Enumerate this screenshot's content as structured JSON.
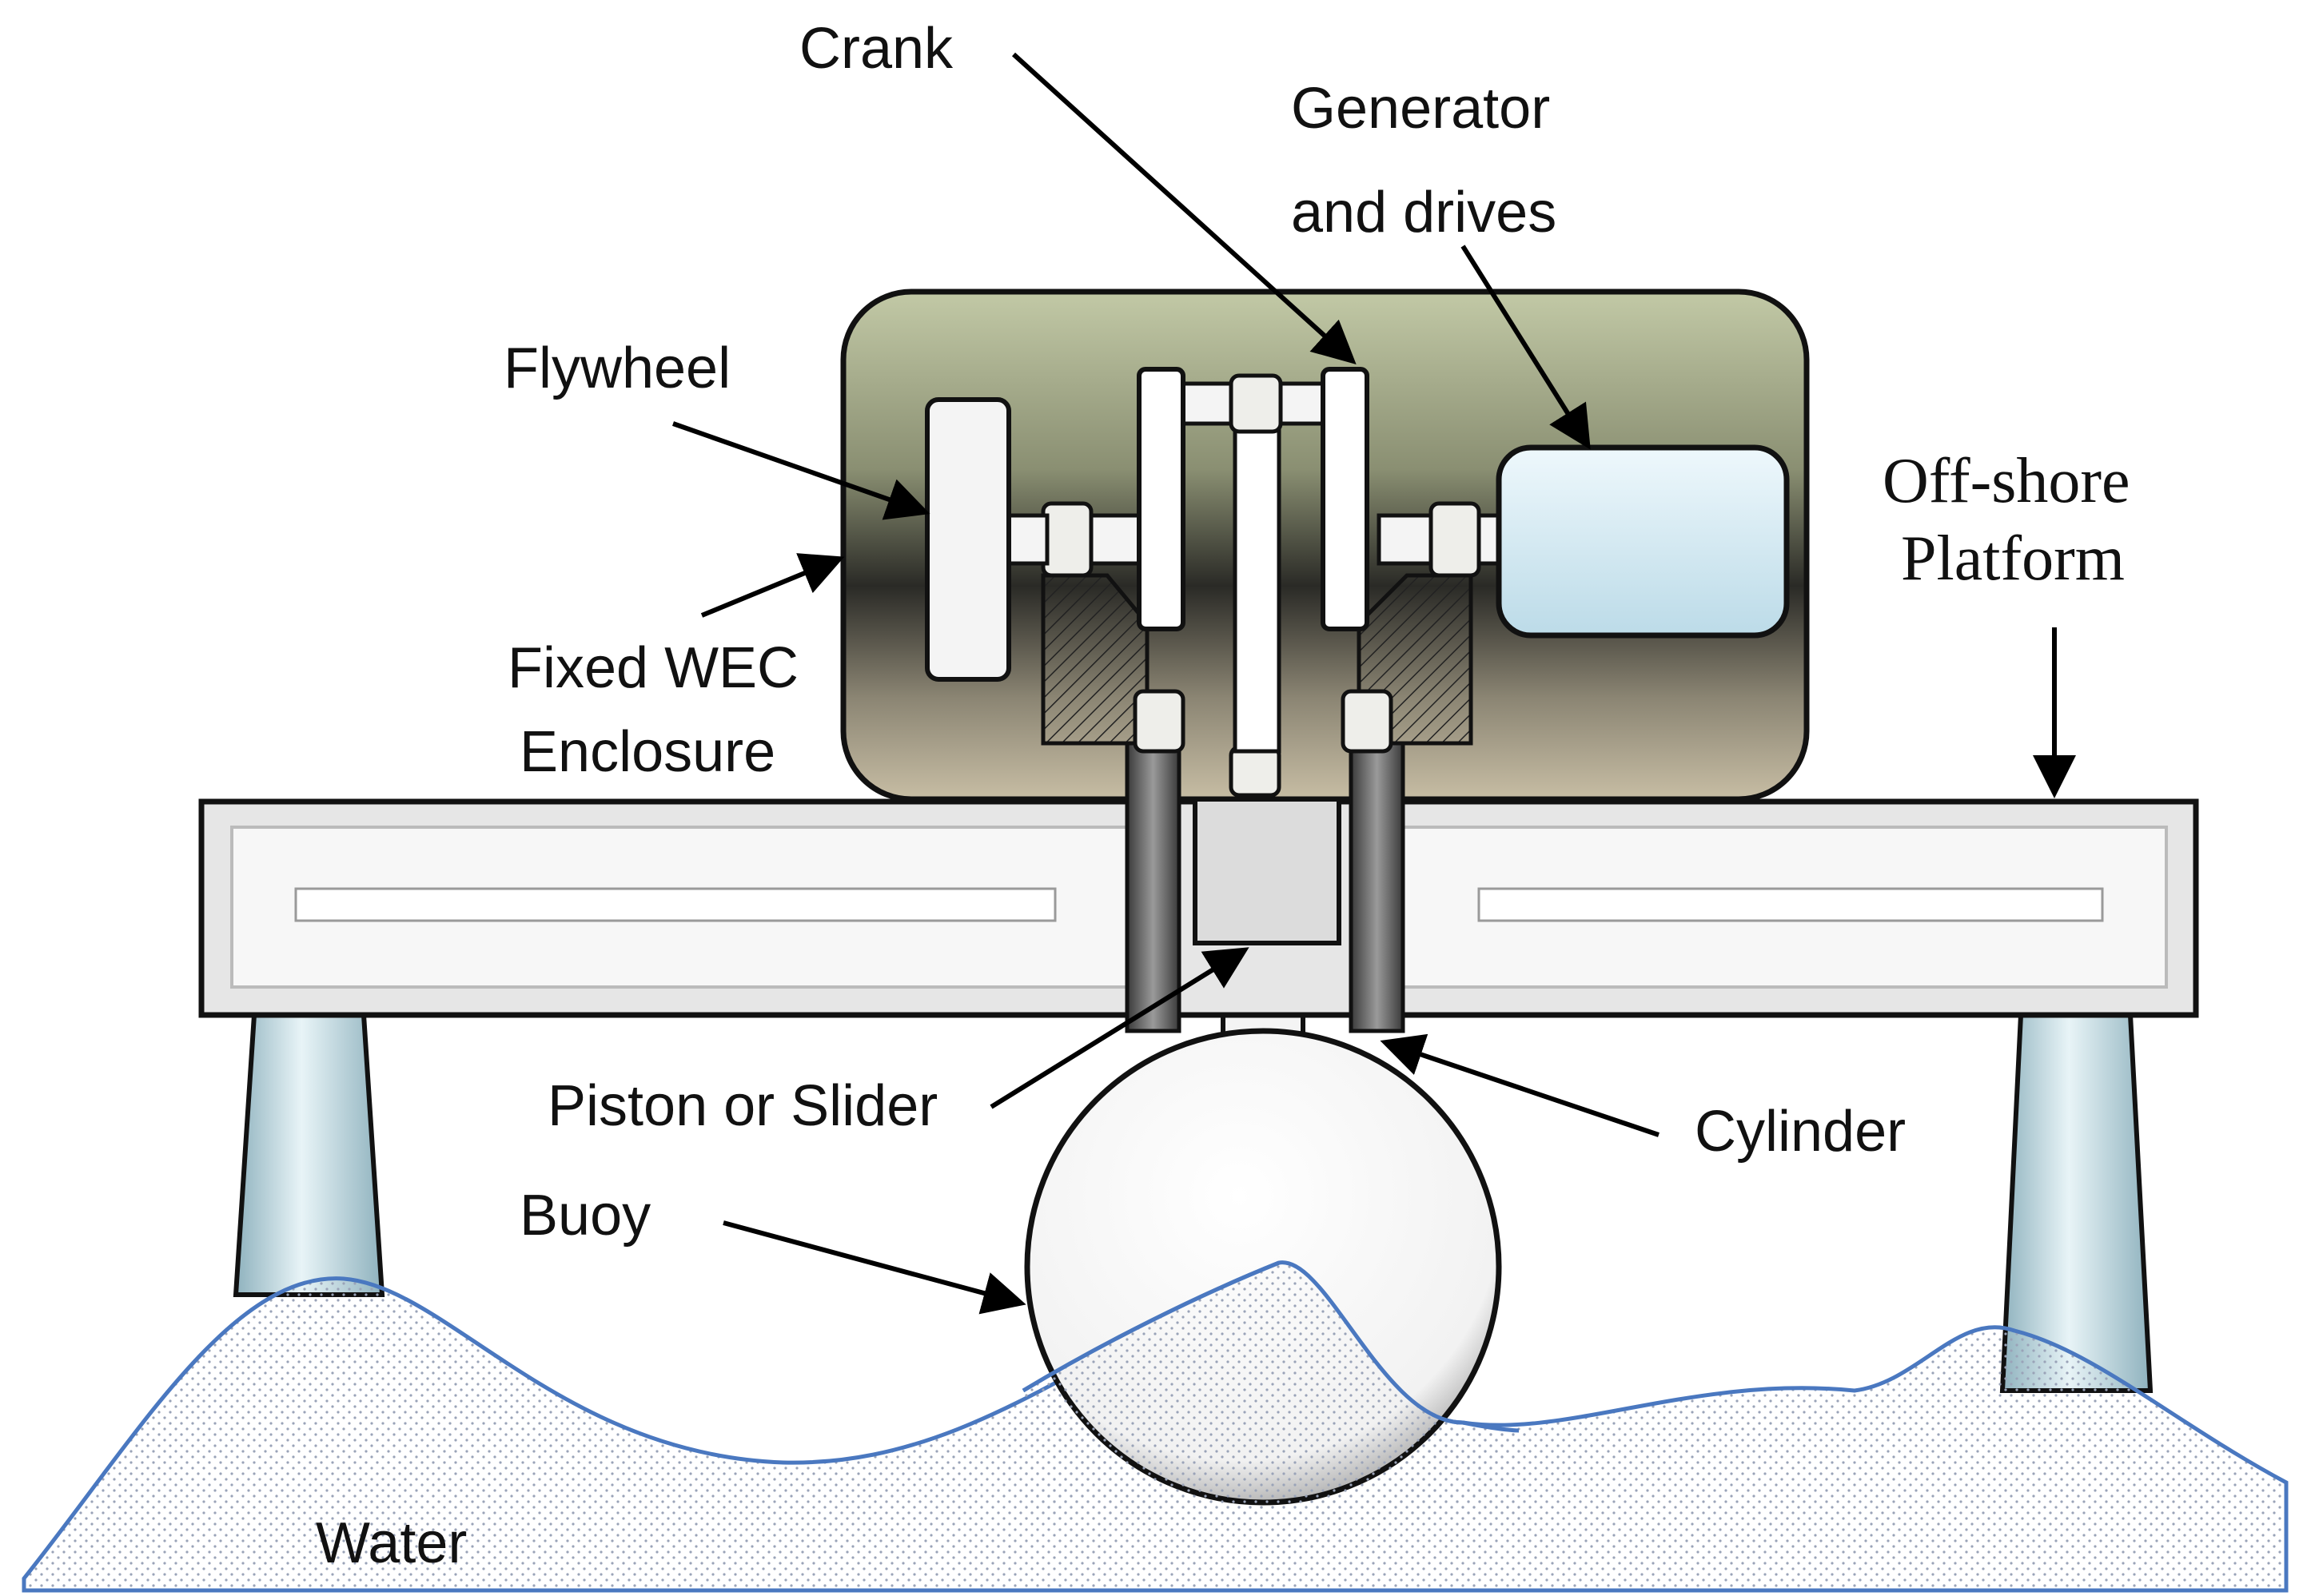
{
  "labels": {
    "crank": "Crank",
    "generator_line1": "Generator",
    "generator_line2": "and drives",
    "flywheel": "Flywheel",
    "enclosure_line1": "Fixed WEC",
    "enclosure_line2": "Enclosure",
    "platform_line1": "Off-shore",
    "platform_line2": "Platform",
    "piston": "Piston or Slider",
    "cylinder": "Cylinder",
    "buoy": "Buoy",
    "water": "Water"
  },
  "colors": {
    "water_line": "#4a78c0",
    "enclosure_top": "#c2c9a6",
    "enclosure_mid": "#2a2a26",
    "enclosure_bottom": "#c7bda4",
    "generator_fill": "#d6ecf6",
    "leg_fill": "#cfe3ea",
    "platform_fill": "#e6e6e6"
  }
}
